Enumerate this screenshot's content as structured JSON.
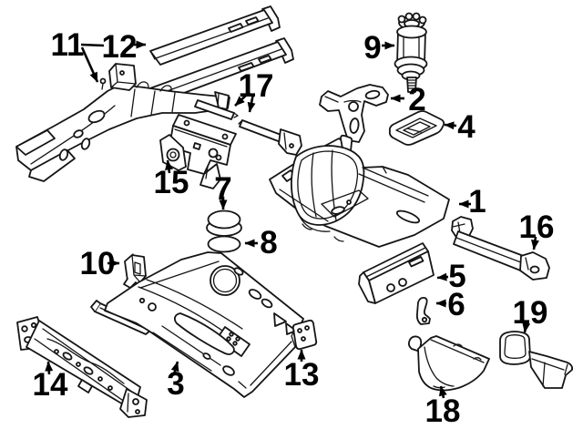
{
  "diagram": {
    "background_color": "#ffffff",
    "line_color": "#151515",
    "label_color": "#000000",
    "callouts": [
      {
        "label": "1"
      },
      {
        "label": "2"
      },
      {
        "label": "3"
      },
      {
        "label": "4"
      },
      {
        "label": "5"
      },
      {
        "label": "6"
      },
      {
        "label": "7"
      },
      {
        "label": "8"
      },
      {
        "label": "9"
      },
      {
        "label": "10"
      },
      {
        "label": "11"
      },
      {
        "label": "12"
      },
      {
        "label": "13"
      },
      {
        "label": "14"
      },
      {
        "label": "15"
      },
      {
        "label": "16"
      },
      {
        "label": "17"
      },
      {
        "label": "18"
      },
      {
        "label": "19"
      }
    ]
  }
}
